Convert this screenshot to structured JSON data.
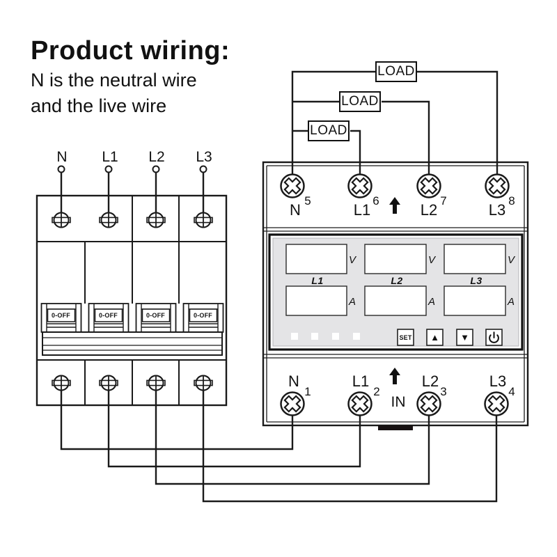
{
  "title": "Product wiring:",
  "subtitle": [
    "N is the neutral wire",
    "and the live wire"
  ],
  "loads": [
    "LOAD",
    "LOAD",
    "LOAD"
  ],
  "breaker": {
    "input_labels": [
      "N",
      "L1",
      "L2",
      "L3"
    ],
    "switch_labels": [
      "0-OFF",
      "0-OFF",
      "0-OFF",
      "0-OFF"
    ]
  },
  "meter": {
    "top_terminals": [
      {
        "label": "N",
        "num": "5"
      },
      {
        "label": "L1",
        "num": "6"
      },
      {
        "label": "L2",
        "num": "7"
      },
      {
        "label": "L3",
        "num": "8"
      }
    ],
    "bottom_terminals": [
      {
        "label": "N",
        "num": "1"
      },
      {
        "label": "L1",
        "num": "2"
      },
      {
        "label": "L2",
        "num": "3"
      },
      {
        "label": "L3",
        "num": "4"
      }
    ],
    "in_label": "IN",
    "display": {
      "voltage_unit": "V",
      "current_unit": "A",
      "phase_labels": [
        "L1",
        "L2",
        "L3"
      ],
      "set_button": "SET",
      "up_button": "▲",
      "down_button": "▼"
    }
  },
  "colors": {
    "line": "#1a1a1a",
    "panel": "#e4e4e6"
  }
}
